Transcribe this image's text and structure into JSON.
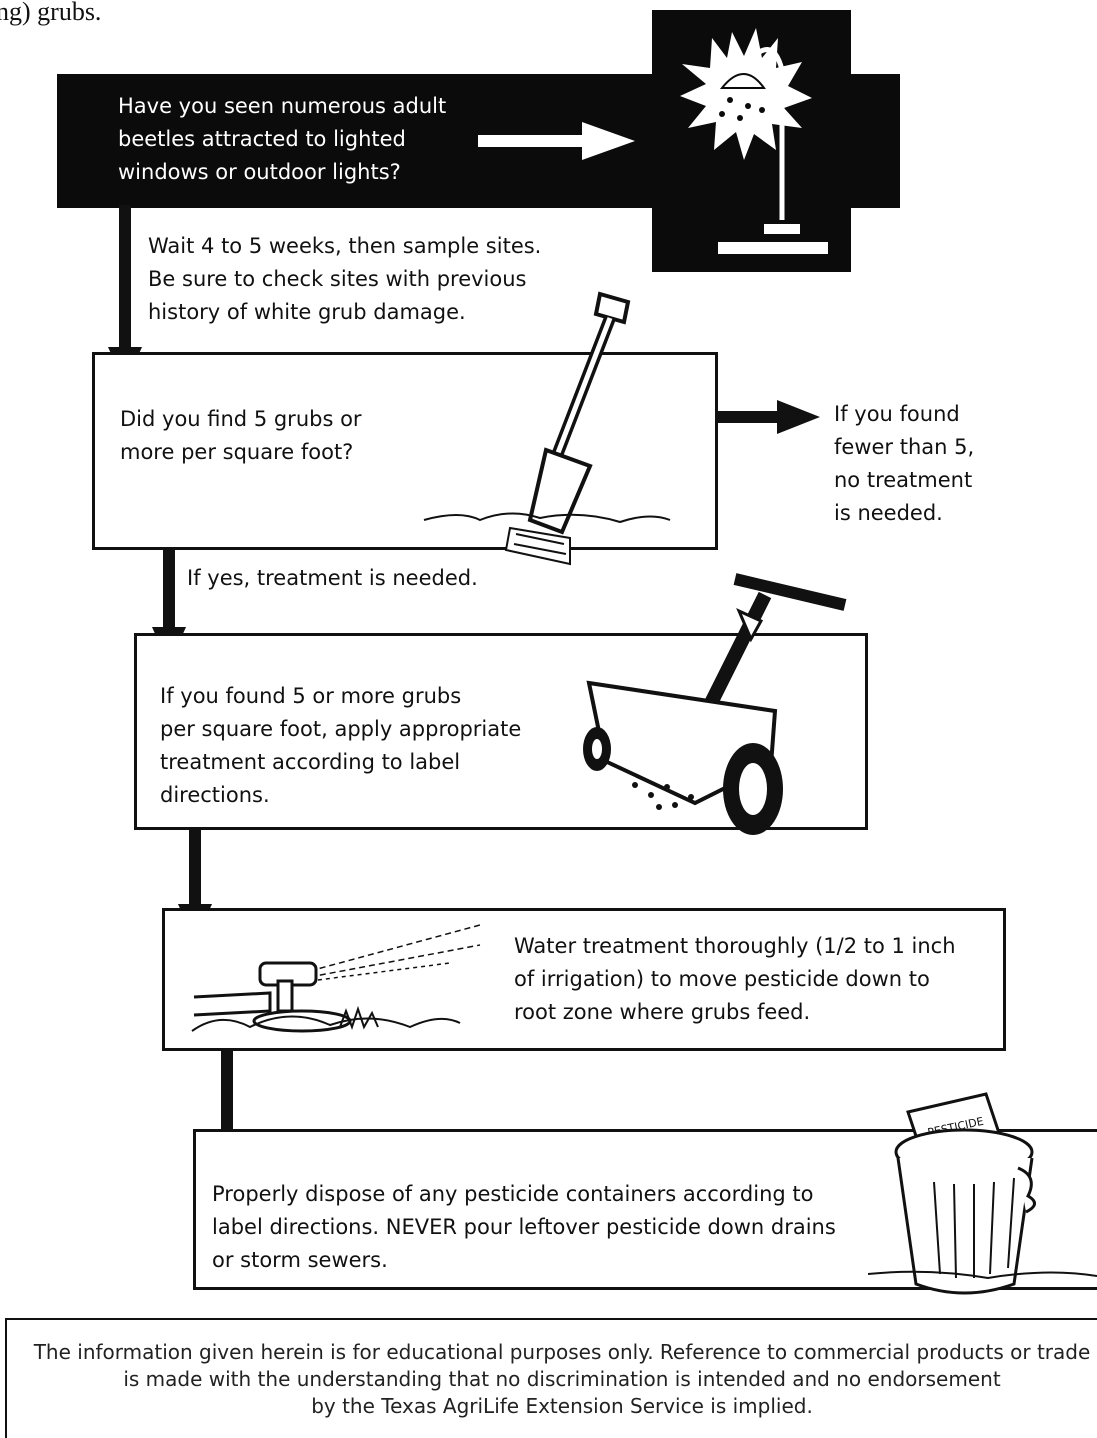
{
  "intro_fragment": "ng) grubs.",
  "steps": {
    "q1": "Have you seen numerous adult\nbeetles attracted to lighted\nwindows or outdoor lights?",
    "wait": "Wait 4 to 5 weeks, then sample sites.\nBe sure to check sites with previous\nhistory of white grub damage.",
    "q2": "Did you find 5 grubs or\nmore per square foot?",
    "no_branch": "If you found\nfewer than 5,\nno treatment\nis needed.",
    "yes_branch": "If yes, treatment is needed.",
    "apply": "If you found 5 or more grubs\nper square foot, apply appropriate\ntreatment according to label\ndirections.",
    "water": "Water treatment thoroughly (1/2 to 1 inch\nof irrigation) to move pesticide down to\nroot zone where grubs feed.",
    "dispose": "Properly dispose of any pesticide containers according to\nlabel directions. NEVER pour leftover pesticide down drains\nor storm sewers."
  },
  "pesticide_label": "PESTICIDE",
  "disclaimer": "The information given herein is for educational purposes only. Reference to commercial products or trade\nis made with the understanding that no discrimination is intended and no endorsement\nby the Texas AgriLife Extension Service is implied.",
  "colors": {
    "ink": "#111111",
    "bar": "#0b0b0b",
    "paper": "#ffffff"
  }
}
